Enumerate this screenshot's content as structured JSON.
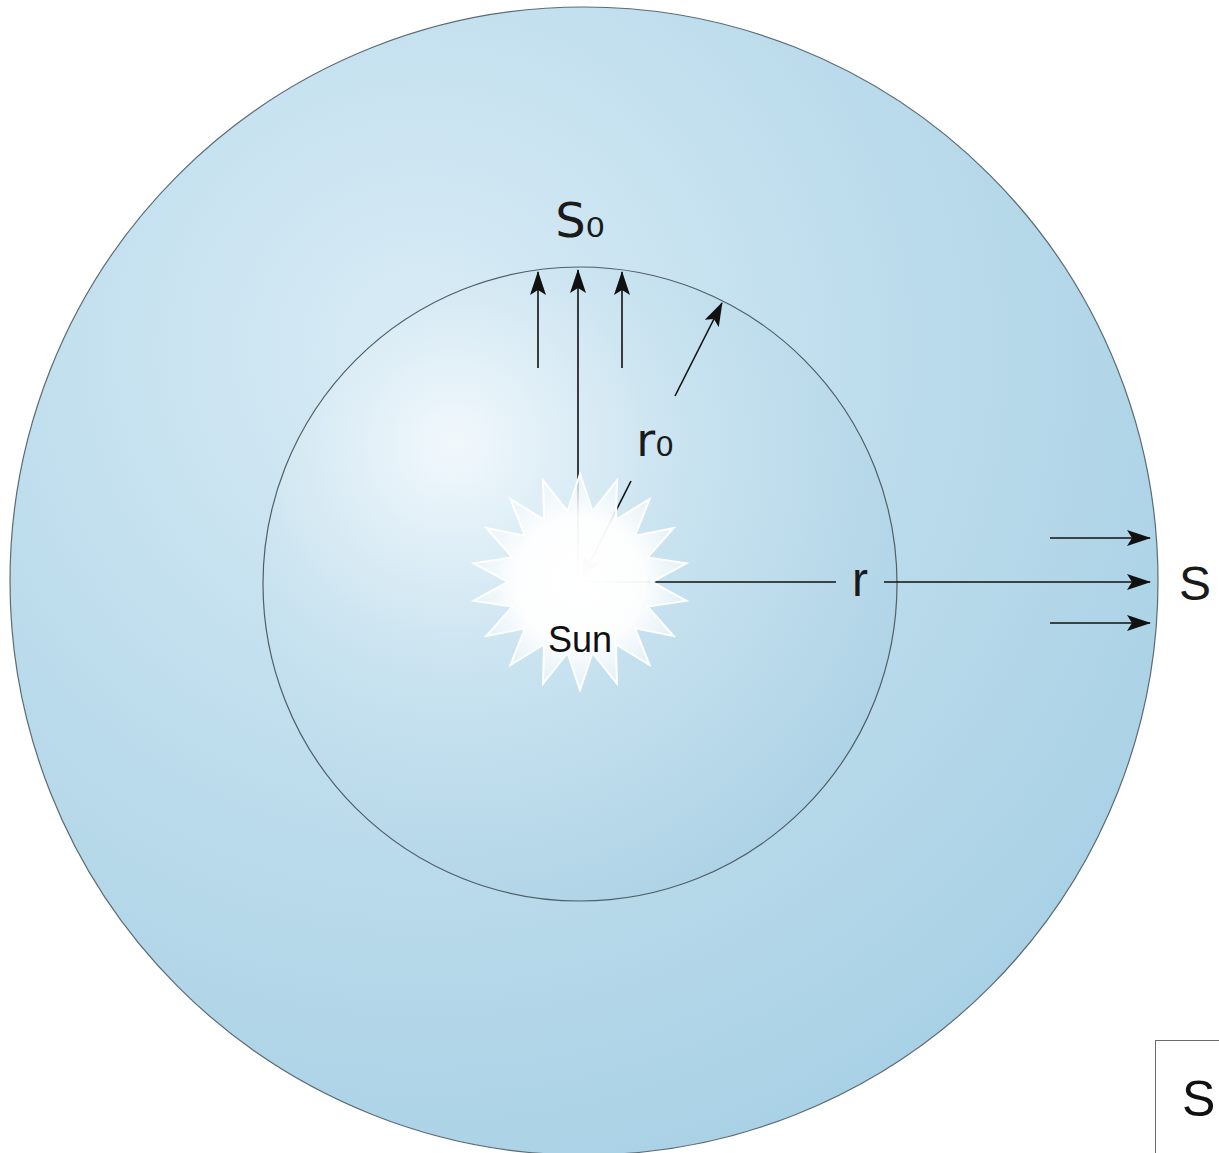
{
  "diagram": {
    "nodes": [
      {
        "text": [
          "Sun"
        ]
      },
      {
        "text": [
          "S"
        ]
      }
    ],
    "labels": [
      "S₀",
      "r₀",
      "r",
      "S"
    ]
  }
}
